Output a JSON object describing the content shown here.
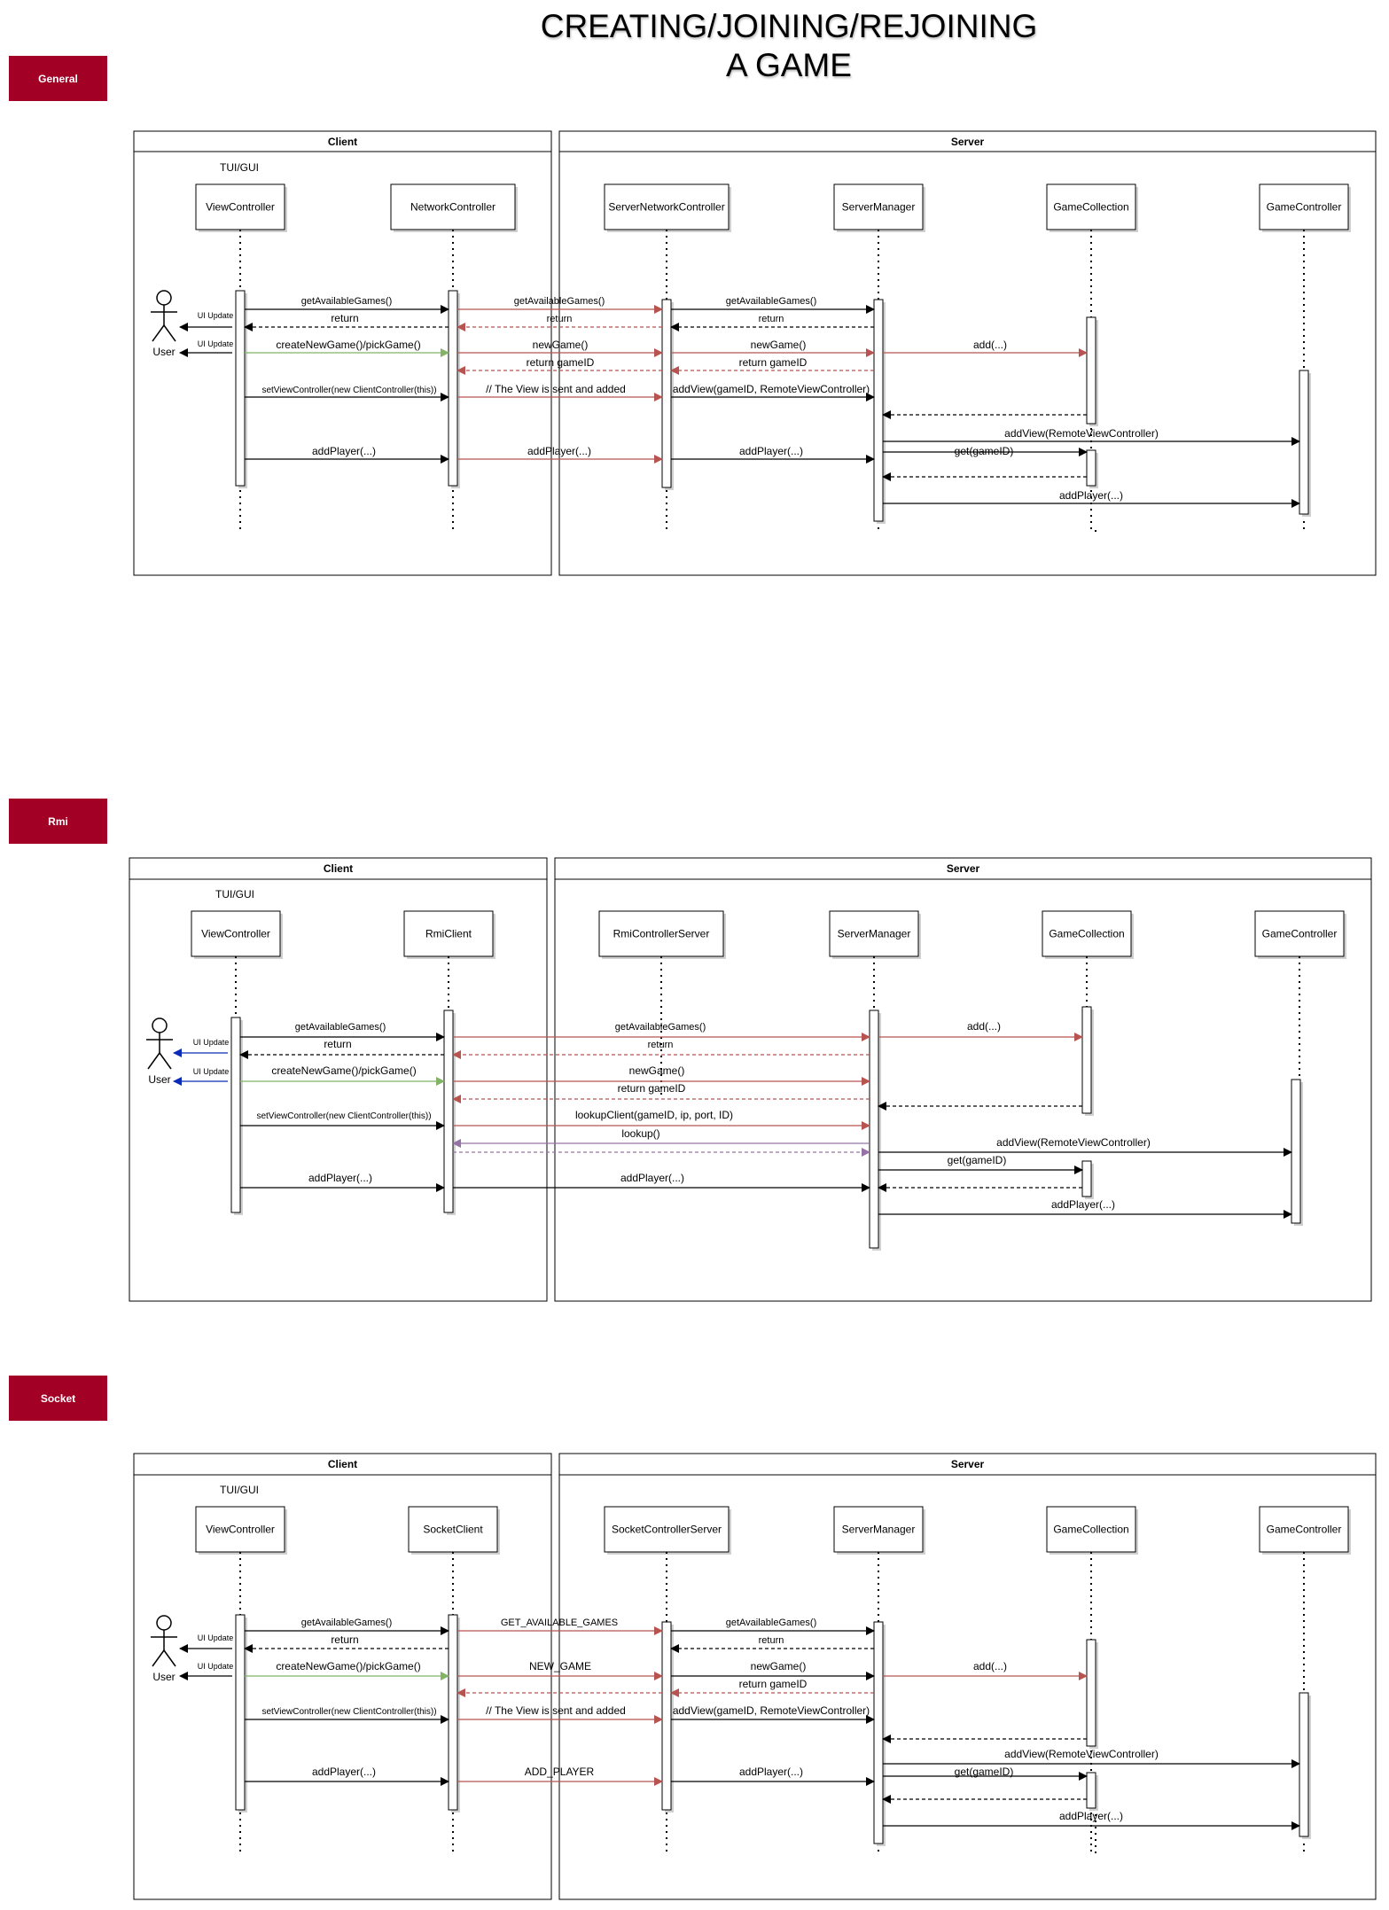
{
  "title_line1": "CREATING/JOINING/REJOINING",
  "title_line2": "A GAME",
  "colors": {
    "tag": "#a20025",
    "red": "#b85450",
    "green": "#82b366",
    "purple": "#9673a6",
    "blue": "#0a2bb5",
    "black": "#000000"
  },
  "sections": [
    {
      "tag": "General",
      "client_label": "Client",
      "server_label": "Server",
      "tui_label": "TUI/GUI",
      "actor": "User",
      "participants": [
        "ViewController",
        "NetworkController",
        "ServerNetworkController",
        "ServerManager",
        "GameCollection",
        "GameController"
      ],
      "messages": [
        {
          "label": "getAvailableGames()",
          "style": "small"
        },
        {
          "label": "UI Update"
        },
        {
          "label": "return"
        },
        {
          "label": "getAvailableGames()"
        },
        {
          "label": "return"
        },
        {
          "label": "getAvailableGames()"
        },
        {
          "label": "return"
        },
        {
          "label": "UI Update"
        },
        {
          "label": "createNewGame()/pickGame()"
        },
        {
          "label": "newGame()"
        },
        {
          "label": "return gameID"
        },
        {
          "label": "newGame()"
        },
        {
          "label": "return gameID"
        },
        {
          "label": "add(...)"
        },
        {
          "label": "setViewController(new ClientController(this))"
        },
        {
          "label": "// The View is sent and added"
        },
        {
          "label": "addView(gameID, RemoteViewController)"
        },
        {
          "label": "addView(RemoteViewController)"
        },
        {
          "label": "addPlayer(...)"
        },
        {
          "label": "addPlayer(...)"
        },
        {
          "label": "addPlayer(...)"
        },
        {
          "label": "get(gameID)"
        },
        {
          "label": "addPlayer(...)"
        }
      ]
    },
    {
      "tag": "Rmi",
      "client_label": "Client",
      "server_label": "Server",
      "tui_label": "TUI/GUI",
      "actor": "User",
      "participants": [
        "ViewController",
        "RmiClient",
        "RmiControllerServer",
        "ServerManager",
        "GameCollection",
        "GameController"
      ],
      "messages": [
        {
          "label": "getAvailableGames()"
        },
        {
          "label": "UI Update"
        },
        {
          "label": "return"
        },
        {
          "label": "getAvailableGames()"
        },
        {
          "label": "return"
        },
        {
          "label": "add(...)"
        },
        {
          "label": "UI Update"
        },
        {
          "label": "createNewGame()/pickGame()"
        },
        {
          "label": "newGame()"
        },
        {
          "label": "return gameID"
        },
        {
          "label": "setViewController(new ClientController(this))"
        },
        {
          "label": "lookupClient(gameID, ip, port, ID)"
        },
        {
          "label": "lookup()"
        },
        {
          "label": "addView(RemoteViewController)"
        },
        {
          "label": "get(gameID)"
        },
        {
          "label": "addPlayer(...)"
        },
        {
          "label": "addPlayer(...)"
        },
        {
          "label": "addPlayer(...)"
        }
      ]
    },
    {
      "tag": "Socket",
      "client_label": "Client",
      "server_label": "Server",
      "tui_label": "TUI/GUI",
      "actor": "User",
      "participants": [
        "ViewController",
        "SocketClient",
        "SocketControllerServer",
        "ServerManager",
        "GameCollection",
        "GameController"
      ],
      "messages": [
        {
          "label": "getAvailableGames()"
        },
        {
          "label": "UI Update"
        },
        {
          "label": "return"
        },
        {
          "label": "GET_AVAILABLE_GAMES"
        },
        {
          "label": "getAvailableGames()"
        },
        {
          "label": "return"
        },
        {
          "label": "UI Update"
        },
        {
          "label": "createNewGame()/pickGame()"
        },
        {
          "label": "NEW_GAME"
        },
        {
          "label": "newGame()"
        },
        {
          "label": "return gameID"
        },
        {
          "label": "add(...)"
        },
        {
          "label": "setViewController(new ClientController(this))"
        },
        {
          "label": "// The View is sent and added"
        },
        {
          "label": "addView(gameID, RemoteViewController)"
        },
        {
          "label": "addView(RemoteViewController)"
        },
        {
          "label": "addPlayer(...)"
        },
        {
          "label": "ADD_PLAYER"
        },
        {
          "label": "addPlayer(...)"
        },
        {
          "label": "get(gameID)"
        },
        {
          "label": "addPlayer(...)"
        }
      ]
    }
  ]
}
